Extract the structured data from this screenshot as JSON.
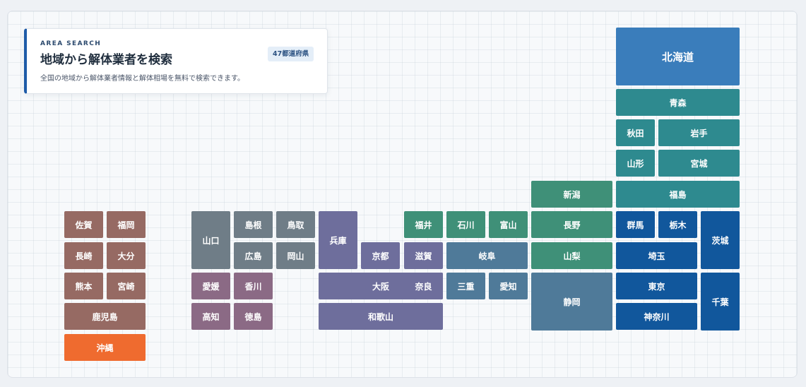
{
  "header": {
    "eyebrow": "AREA SEARCH",
    "title": "地域から解体業者を検索",
    "badge": "47都道府県",
    "description": "全国の地域から解体業者情報と解体相場を無料で検索できます。"
  },
  "region_colors": {
    "hokkaido": "#3a7dbb",
    "tohoku": "#2e8a8f",
    "chubu": "#3f9078",
    "kanto": "#11579c",
    "tokai": "#4f7a99",
    "kinki": "#6e6e9c",
    "chugoku": "#6f7d87",
    "shikoku": "#8b6a85",
    "kyushu": "#966a63",
    "okinawa": "#ef6b2f"
  },
  "prefectures": [
    {
      "id": "hokkaido",
      "name": "北海道",
      "region": "hokkaido"
    },
    {
      "id": "aomori",
      "name": "青森",
      "region": "tohoku"
    },
    {
      "id": "akita",
      "name": "秋田",
      "region": "tohoku"
    },
    {
      "id": "iwate",
      "name": "岩手",
      "region": "tohoku"
    },
    {
      "id": "yamagata",
      "name": "山形",
      "region": "tohoku"
    },
    {
      "id": "miyagi",
      "name": "宮城",
      "region": "tohoku"
    },
    {
      "id": "fukushima",
      "name": "福島",
      "region": "tohoku"
    },
    {
      "id": "niigata",
      "name": "新潟",
      "region": "chubu"
    },
    {
      "id": "nagano",
      "name": "長野",
      "region": "chubu"
    },
    {
      "id": "yamanashi",
      "name": "山梨",
      "region": "chubu"
    },
    {
      "id": "fukui",
      "name": "福井",
      "region": "chubu"
    },
    {
      "id": "ishikawa",
      "name": "石川",
      "region": "chubu"
    },
    {
      "id": "toyama",
      "name": "富山",
      "region": "chubu"
    },
    {
      "id": "gifu",
      "name": "岐阜",
      "region": "tokai"
    },
    {
      "id": "mie",
      "name": "三重",
      "region": "tokai"
    },
    {
      "id": "aichi",
      "name": "愛知",
      "region": "tokai"
    },
    {
      "id": "shizuoka",
      "name": "静岡",
      "region": "tokai"
    },
    {
      "id": "gunma",
      "name": "群馬",
      "region": "kanto"
    },
    {
      "id": "tochigi",
      "name": "栃木",
      "region": "kanto"
    },
    {
      "id": "ibaraki",
      "name": "茨城",
      "region": "kanto"
    },
    {
      "id": "saitama",
      "name": "埼玉",
      "region": "kanto"
    },
    {
      "id": "tokyo",
      "name": "東京",
      "region": "kanto"
    },
    {
      "id": "chiba",
      "name": "千葉",
      "region": "kanto"
    },
    {
      "id": "kanagawa",
      "name": "神奈川",
      "region": "kanto"
    },
    {
      "id": "hyogo",
      "name": "兵庫",
      "region": "kinki"
    },
    {
      "id": "kyoto",
      "name": "京都",
      "region": "kinki"
    },
    {
      "id": "shiga",
      "name": "滋賀",
      "region": "kinki"
    },
    {
      "id": "osaka",
      "name": "大阪",
      "region": "kinki"
    },
    {
      "id": "nara",
      "name": "奈良",
      "region": "kinki"
    },
    {
      "id": "wakayama",
      "name": "和歌山",
      "region": "kinki"
    },
    {
      "id": "yamaguchi",
      "name": "山口",
      "region": "chugoku"
    },
    {
      "id": "shimane",
      "name": "島根",
      "region": "chugoku"
    },
    {
      "id": "tottori",
      "name": "鳥取",
      "region": "chugoku"
    },
    {
      "id": "hiroshima",
      "name": "広島",
      "region": "chugoku"
    },
    {
      "id": "okayama",
      "name": "岡山",
      "region": "chugoku"
    },
    {
      "id": "ehime",
      "name": "愛媛",
      "region": "shikoku"
    },
    {
      "id": "kagawa",
      "name": "香川",
      "region": "shikoku"
    },
    {
      "id": "kochi",
      "name": "高知",
      "region": "shikoku"
    },
    {
      "id": "tokushima",
      "name": "徳島",
      "region": "shikoku"
    },
    {
      "id": "saga",
      "name": "佐賀",
      "region": "kyushu"
    },
    {
      "id": "fukuoka",
      "name": "福岡",
      "region": "kyushu"
    },
    {
      "id": "nagasaki",
      "name": "長崎",
      "region": "kyushu"
    },
    {
      "id": "oita",
      "name": "大分",
      "region": "kyushu"
    },
    {
      "id": "kumamoto",
      "name": "熊本",
      "region": "kyushu"
    },
    {
      "id": "miyazaki",
      "name": "宮崎",
      "region": "kyushu"
    },
    {
      "id": "kagoshima",
      "name": "鹿児島",
      "region": "kyushu"
    },
    {
      "id": "okinawa",
      "name": "沖縄",
      "region": "okinawa"
    }
  ]
}
